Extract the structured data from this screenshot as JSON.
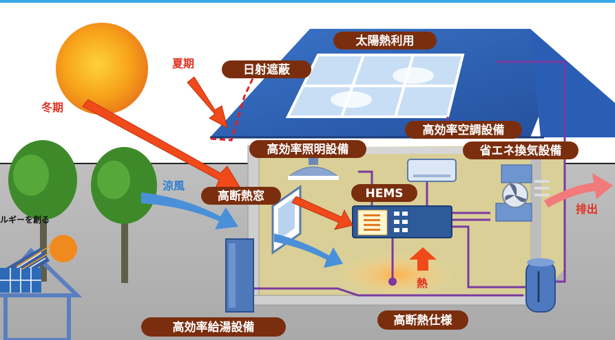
{
  "labels": {
    "solar_heat": "太陽熱利用",
    "sun_shading": "日射遮蔽",
    "summer": "夏期",
    "winter": "冬期",
    "hvac": "高効率空調設備",
    "lighting": "高効率照明設備",
    "ventilation": "省エネ換気設備",
    "cool_breeze": "涼風",
    "insulated_window": "高断熱窓",
    "hems": "HEMS",
    "exhaust": "排出",
    "create_energy": "ルギーを創る",
    "heat": "熱",
    "water_heater": "高効率給湯設備",
    "insulation": "高断熱仕様"
  },
  "colors": {
    "pill_brown": "#7a2e0e",
    "roof_blue": "#2f62b8",
    "wall_tan": "#d9cf97",
    "sky_blue": "#3aa8e8",
    "arrow_red": "#f04a1a",
    "arrow_blue": "#4a90d9",
    "arrow_pink": "#f27a7a",
    "wire_purple": "#7a3aa0"
  }
}
